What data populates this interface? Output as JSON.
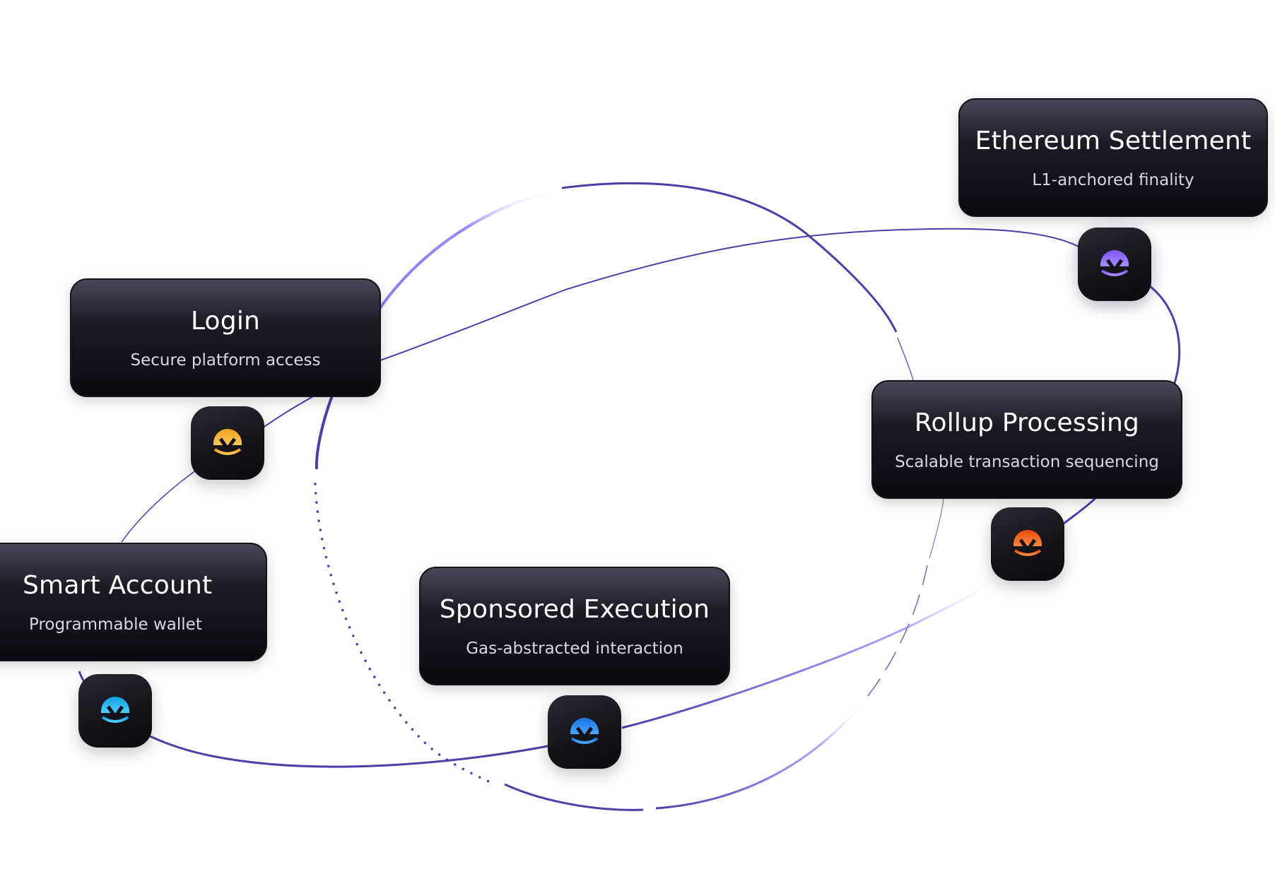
{
  "nodes": [
    {
      "id": "ethereum",
      "title": "Ethereum Settlement",
      "subtitle": "L1-anchored finality",
      "icon": "logo-icon",
      "accent": "#7c5cf6"
    },
    {
      "id": "login",
      "title": "Login",
      "subtitle": "Secure platform access",
      "icon": "logo-icon",
      "accent": "#f5a524"
    },
    {
      "id": "rollup",
      "title": "Rollup Processing",
      "subtitle": "Scalable transaction sequencing",
      "icon": "logo-icon",
      "accent": "#f2651c"
    },
    {
      "id": "smart",
      "title": "Smart Account",
      "subtitle": "Programmable wallet",
      "icon": "logo-icon",
      "accent": "#1fb4ee"
    },
    {
      "id": "sponsored",
      "title": "Sponsored Execution",
      "subtitle": "Gas-abstracted interaction",
      "icon": "logo-icon",
      "accent": "#1e88f0"
    }
  ],
  "colors": {
    "line": "#4b3fa8",
    "line_light": "#8e7cf5",
    "card_bg": "#0b0a10"
  }
}
